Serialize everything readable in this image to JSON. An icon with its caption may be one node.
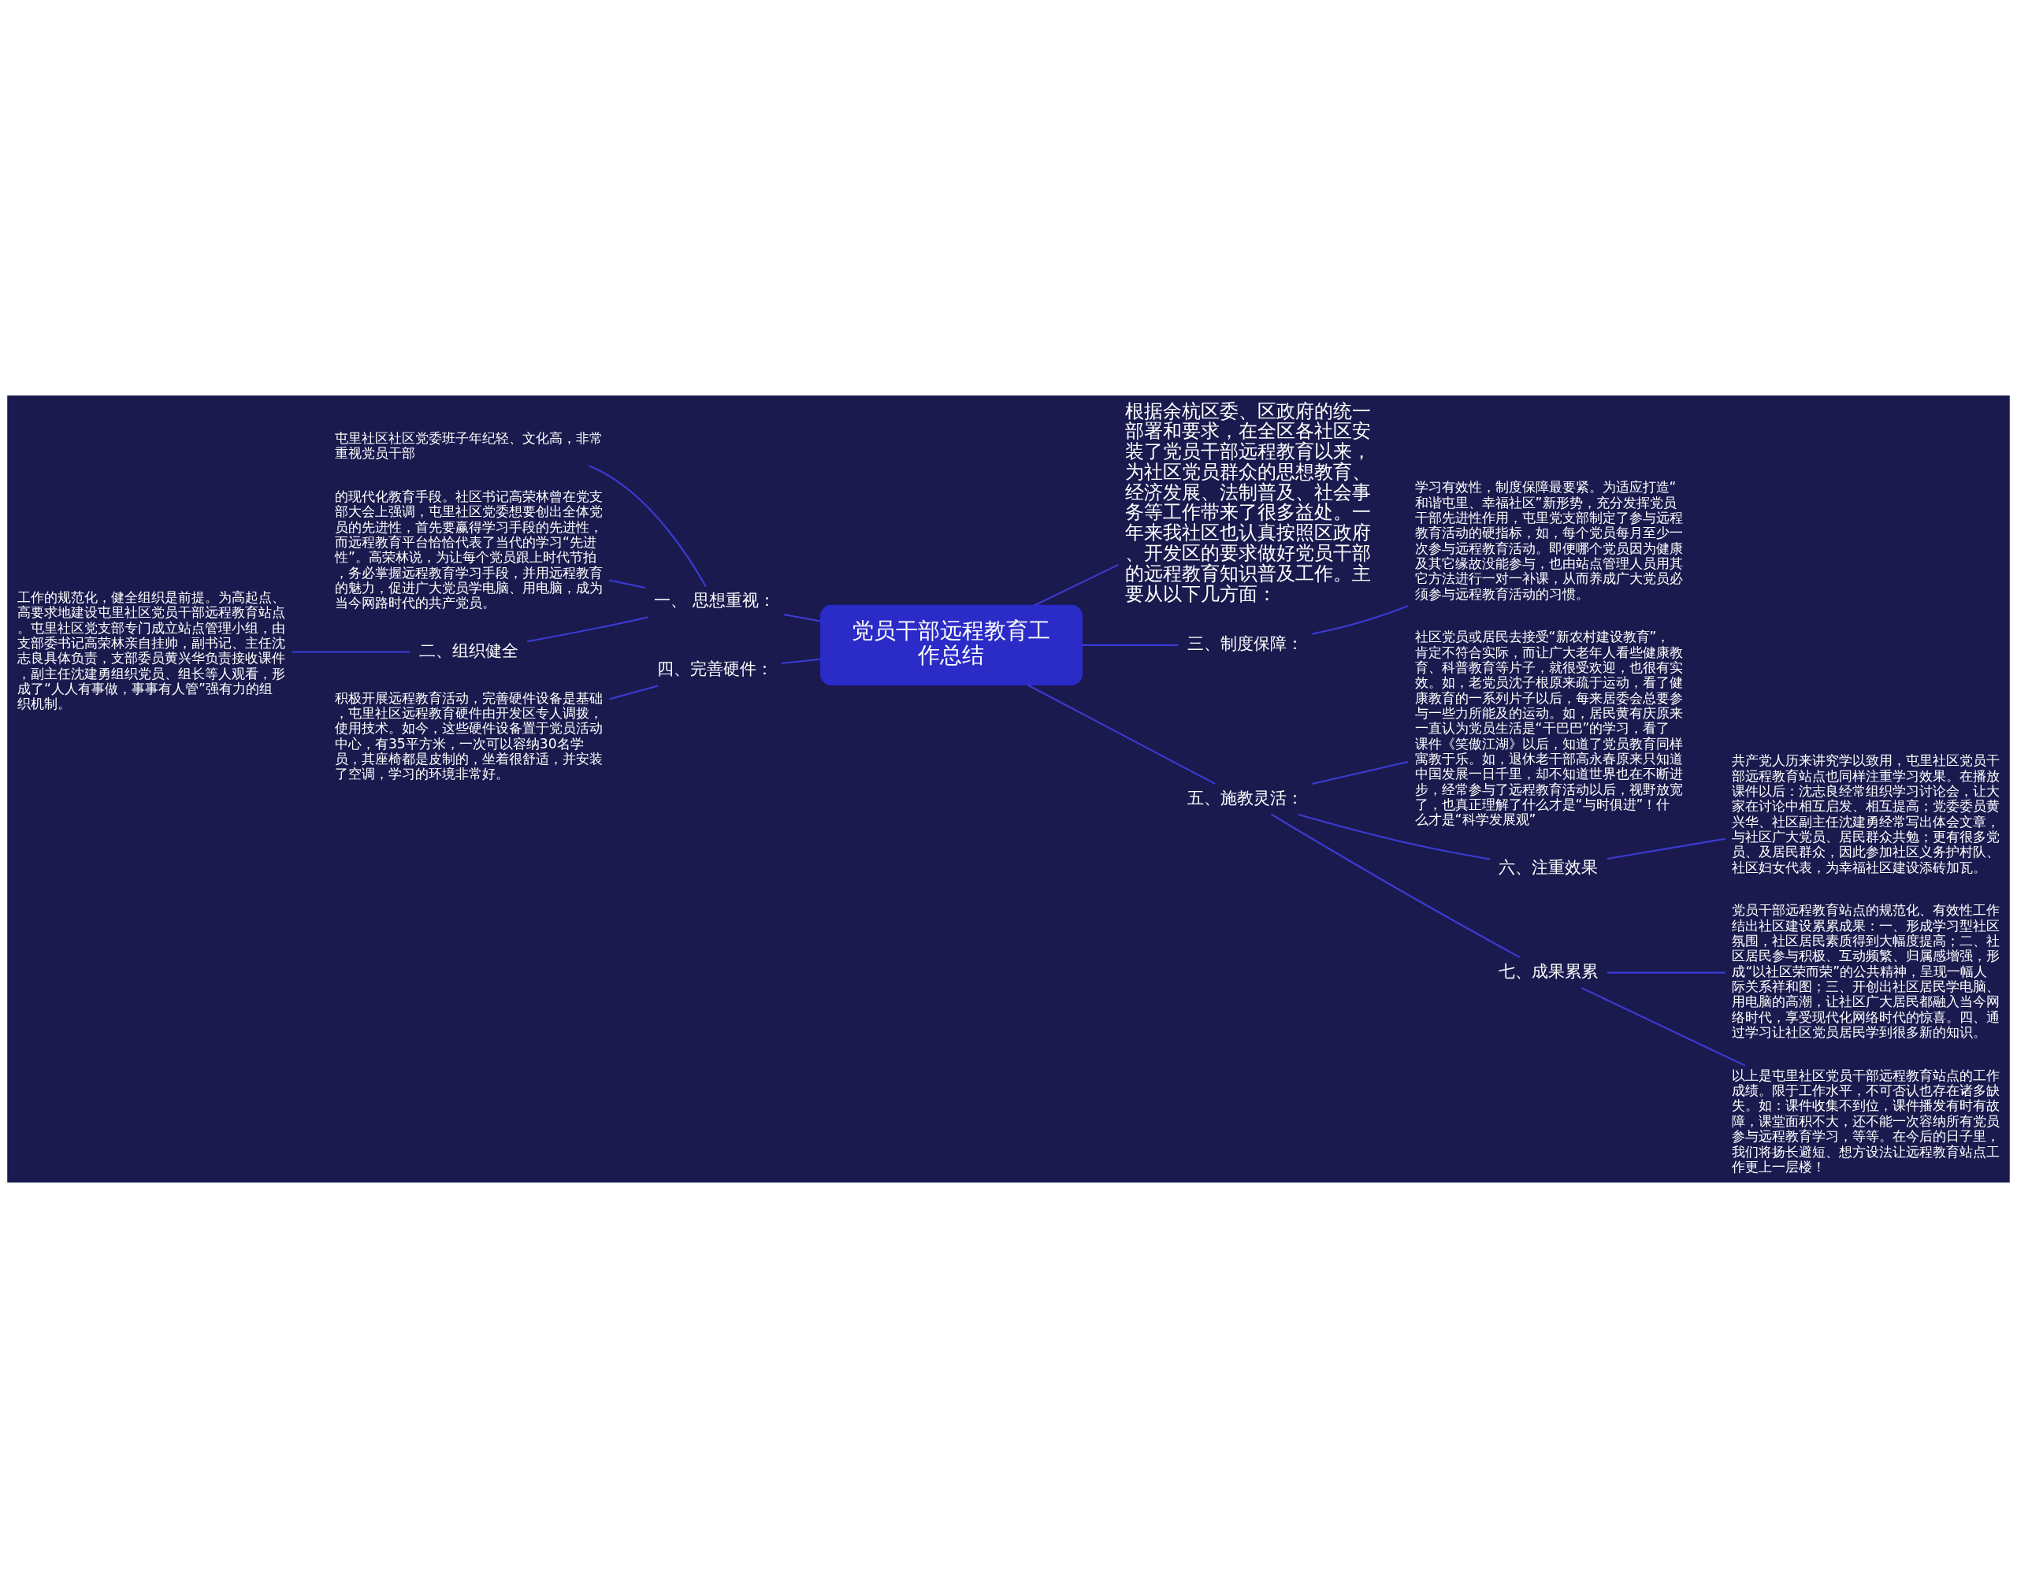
{
  "diagram": {
    "nodes": [
      {
        "text": [
          "党员干部远程教育工作总结"
        ]
      },
      {
        "text": [
          "根据余杭区委、区政府的统一部署和要求，在全区各社区安装了党员干部远程教育以来，为社区党员群众的思想教育、经济发展、法制普及、社会事务等工作带来了很多益处。一年来我社区也认真按照区政府、开发区的要求做好党员干部的远程教育知识普及工作。主要从以下几方面："
        ]
      },
      {
        "text": [
          "一、 思想重视："
        ]
      },
      {
        "text": [
          "屯里社区社区党委班子年纪轻、文化高，非常重视党员干部"
        ]
      },
      {
        "text": [
          "的现代化教育手段。社区书记高荣林曾在党支部大会上强调，屯里社区党委想要创出全体党员的先进性，首先要赢得学习手段的先进性，而远程教育平台恰恰代表了当代的学习“先进性”。高荣林说，为让每个党员跟上时代节拍，务必掌握远程教育学习手段，并用远程教育的魅力，促进广大党员学电脑、用电脑，成为当今网路时代的共产党员。"
        ]
      },
      {
        "text": [
          "二、组织健全"
        ]
      },
      {
        "text": [
          "工作的规范化，健全组织是前提。为高起点、高要求地建设屯里社区党员干部远程教育站点。屯里社区党支部专门成立站点管理小组，由支部委书记高荣林亲自挂帅，副书记、主任沈志良具体负责，支部委员黄兴华负责接收课件，副主任沈建勇组织党员、组长等人观看，形成了“人人有事做，事事有人管”强有力的组织机制。"
        ]
      },
      {
        "text": [
          "三、制度保障："
        ]
      },
      {
        "text": [
          "学习有效性，制度保障最要紧。为适应打造“和谐屯里、幸福社区”新形势，充分发挥党员干部先进性作用，屯里党支部制定了参与远程教育活动的硬指标，如，每个党员每月至少一次参与远程教育活动。即便哪个党员因为健康及其它缘故没能参与，也由站点管理人员用其它方法进行一对一补课，从而养成广大党员必须参与远程教育活动的习惯。"
        ]
      },
      {
        "text": [
          "四、完善硬件："
        ]
      },
      {
        "text": [
          "积极开展远程教育活动，完善硬件设备是基础，屯里社区远程教育硬件由开发区专人调拨，使用技术。如今，这些硬件设备置于党员活动中心，有35平方米，一次可以容纳30名学员，其座椅都是皮制的，坐着很舒适，并安装了空调，学习的环境非常好。"
        ]
      },
      {
        "text": [
          "五、施教灵活："
        ]
      },
      {
        "text": [
          "社区党员或居民去接受“新农村建设教育”，肯定不符合实际，而让广大老年人看些健康教育、科普教育等片子，就很受欢迎，也很有实效。如，老党员沈子根原来疏于运动，看了健康教育的一系列片子以后，每来居委会总要参与一些力所能及的运动。如，居民黄有庆原来一直认为党员生活是“干巴巴”的学习，看了课件《笑傲江湖》以后，知道了党员教育同样寓教于乐。如，退休老干部高永春原来只知道中国发展一日千里，却不知道世界也在不断进步，经常参与了远程教育活动以后，视野放宽了，也真正理解了什么才是“与时俱进”！什么才是“科学发展观”"
        ]
      },
      {
        "text": [
          "六、注重效果"
        ]
      },
      {
        "text": [
          "共产党人历来讲究学以致用，屯里社区党员干部远程教育站点也同样注重学习效果。在播放课件以后：沈志良经常组织学习讨论会，让大家在讨论中相互启发、相互提高；党委委员黄兴华、社区副主任沈建勇经常写出体会文章，与社区广大党员、居民群众共勉；更有很多党员、及居民群众，因此参加社区义务护村队、社区妇女代表，为幸福社区建设添砖加瓦。"
        ]
      },
      {
        "text": [
          "七、成果累累"
        ]
      },
      {
        "text": [
          "党员干部远程教育站点的规范化、有效性工作结出社区建设累累成果：一、形成学习型社区氛围，社区居民素质得到大幅度提高；二、社区居民参与积极、互动频繁、归属感增强，形成“以社区荣而荣”的公共精神，呈现一幅人际关系祥和图；三、开创出社区居民学电脑、用电脑的高潮，让社区广大居民都融入当今网络时代，享受现代化网络时代的惊喜。四、通过学习让社区党员居民学到很多新的知识。"
        ]
      },
      {
        "text": [
          "以上是屯里社区党员干部远程教育站点的工作成绩。限于工作水平，不可否认也存在诸多缺失。如：课件收集不到位，课件播发有时有故障，课堂面积不大，还不能一次容纳所有党员参与远程教育学习，等等。在今后的日子里，我们将扬长避短、想方设法让远程教育站点工作更上一层楼！"
        ]
      }
    ],
    "edges": [
      {
        "from": 0,
        "to": 1,
        "arrow": "none"
      },
      {
        "from": 2,
        "to": 0,
        "arrow": "none"
      },
      {
        "from": 3,
        "to": 2,
        "arrow": "none"
      },
      {
        "from": 4,
        "to": 2,
        "arrow": "none"
      },
      {
        "from": 5,
        "to": 2,
        "arrow": "none"
      },
      {
        "from": 6,
        "to": 5,
        "arrow": "none"
      },
      {
        "from": 0,
        "to": 7,
        "arrow": "none"
      },
      {
        "from": 7,
        "to": 8,
        "arrow": "none"
      },
      {
        "from": 9,
        "to": 0,
        "arrow": "none"
      },
      {
        "from": 10,
        "to": 9,
        "arrow": "none"
      },
      {
        "from": 0,
        "to": 11,
        "arrow": "none"
      },
      {
        "from": 11,
        "to": 12,
        "arrow": "none"
      },
      {
        "from": 11,
        "to": 13,
        "arrow": "none"
      },
      {
        "from": 13,
        "to": 14,
        "arrow": "none"
      },
      {
        "from": 11,
        "to": 15,
        "arrow": "none"
      },
      {
        "from": 15,
        "to": 16,
        "arrow": "none"
      },
      {
        "from": 15,
        "to": 17,
        "arrow": "none"
      }
    ]
  }
}
